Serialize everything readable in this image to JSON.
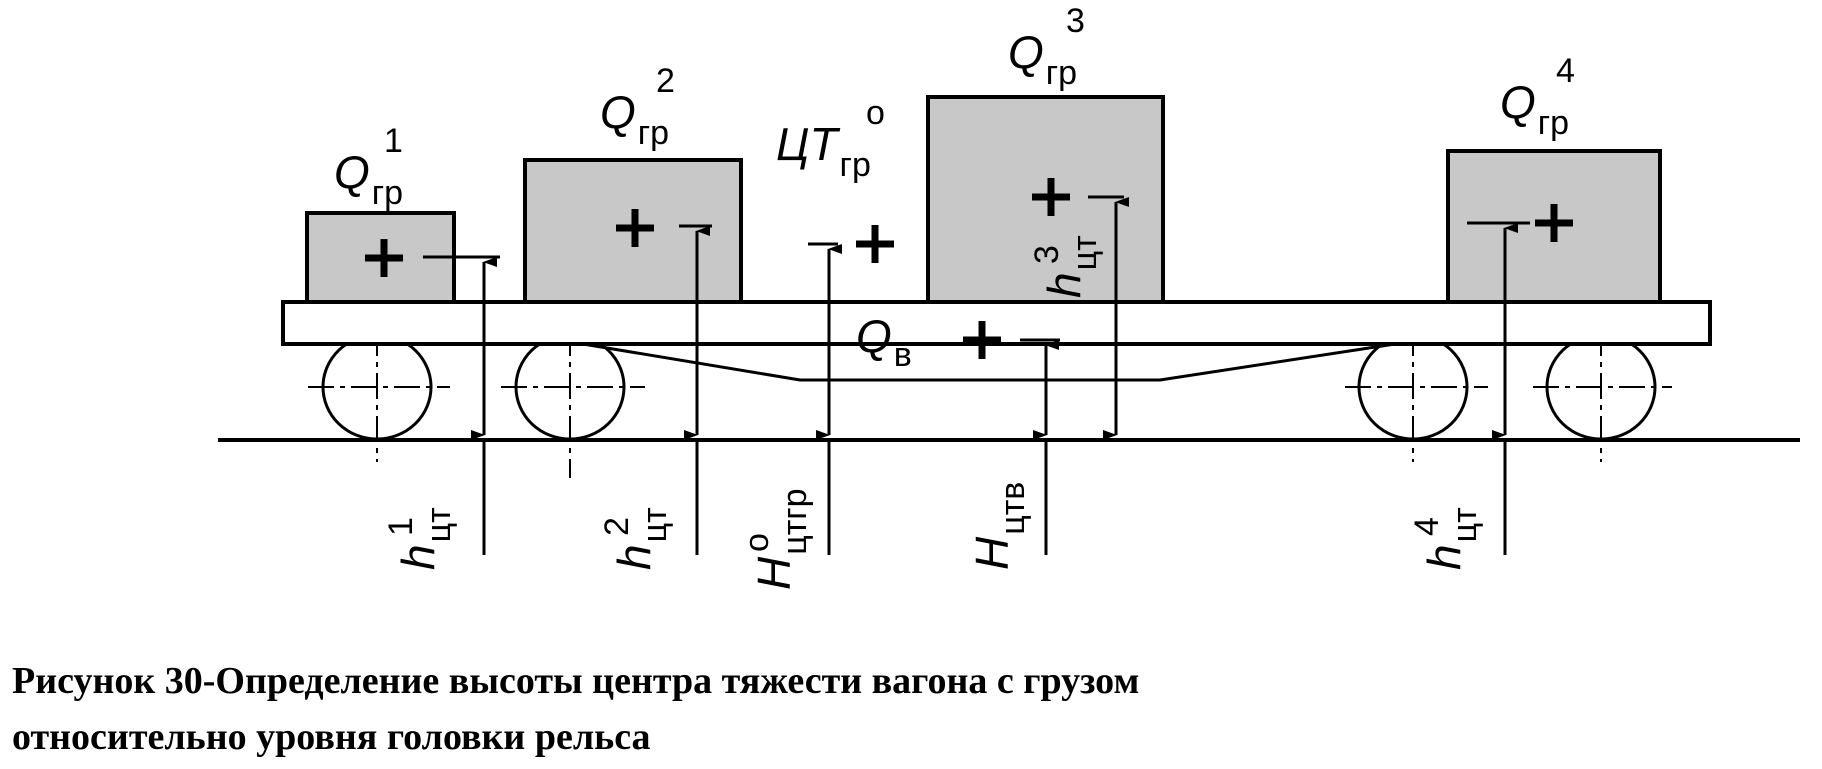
{
  "labels": {
    "cargo1": {
      "main": "Q",
      "sub": "гр",
      "sup": "1"
    },
    "cargo2": {
      "main": "Q",
      "sub": "гр",
      "sup": "2"
    },
    "cargo3": {
      "main": "Q",
      "sub": "гр",
      "sup": "3"
    },
    "cargo4": {
      "main": "Q",
      "sub": "гр",
      "sup": "4"
    },
    "cog_cargo": {
      "main": "ЦТ",
      "sub": "гр",
      "sup": "о"
    },
    "wagon_weight": {
      "main": "Q",
      "sub": "в"
    },
    "h1": {
      "main": "h",
      "sub": "цт",
      "sup": "1"
    },
    "h2": {
      "main": "h",
      "sub": "цт",
      "sup": "2"
    },
    "h3": {
      "main": "h",
      "sub": "цт",
      "sup": "3"
    },
    "h4": {
      "main": "h",
      "sub": "цт",
      "sup": "4"
    },
    "H_cargo": {
      "main": "H",
      "sub": "цтгр",
      "sup": "о"
    },
    "H_wagon": {
      "main": "H",
      "sub": "цтв"
    }
  },
  "caption": {
    "line1": "Рисунок 30-Определение высоты центра тяжести вагона с грузом",
    "line2": "относительно уровня головки рельса"
  }
}
